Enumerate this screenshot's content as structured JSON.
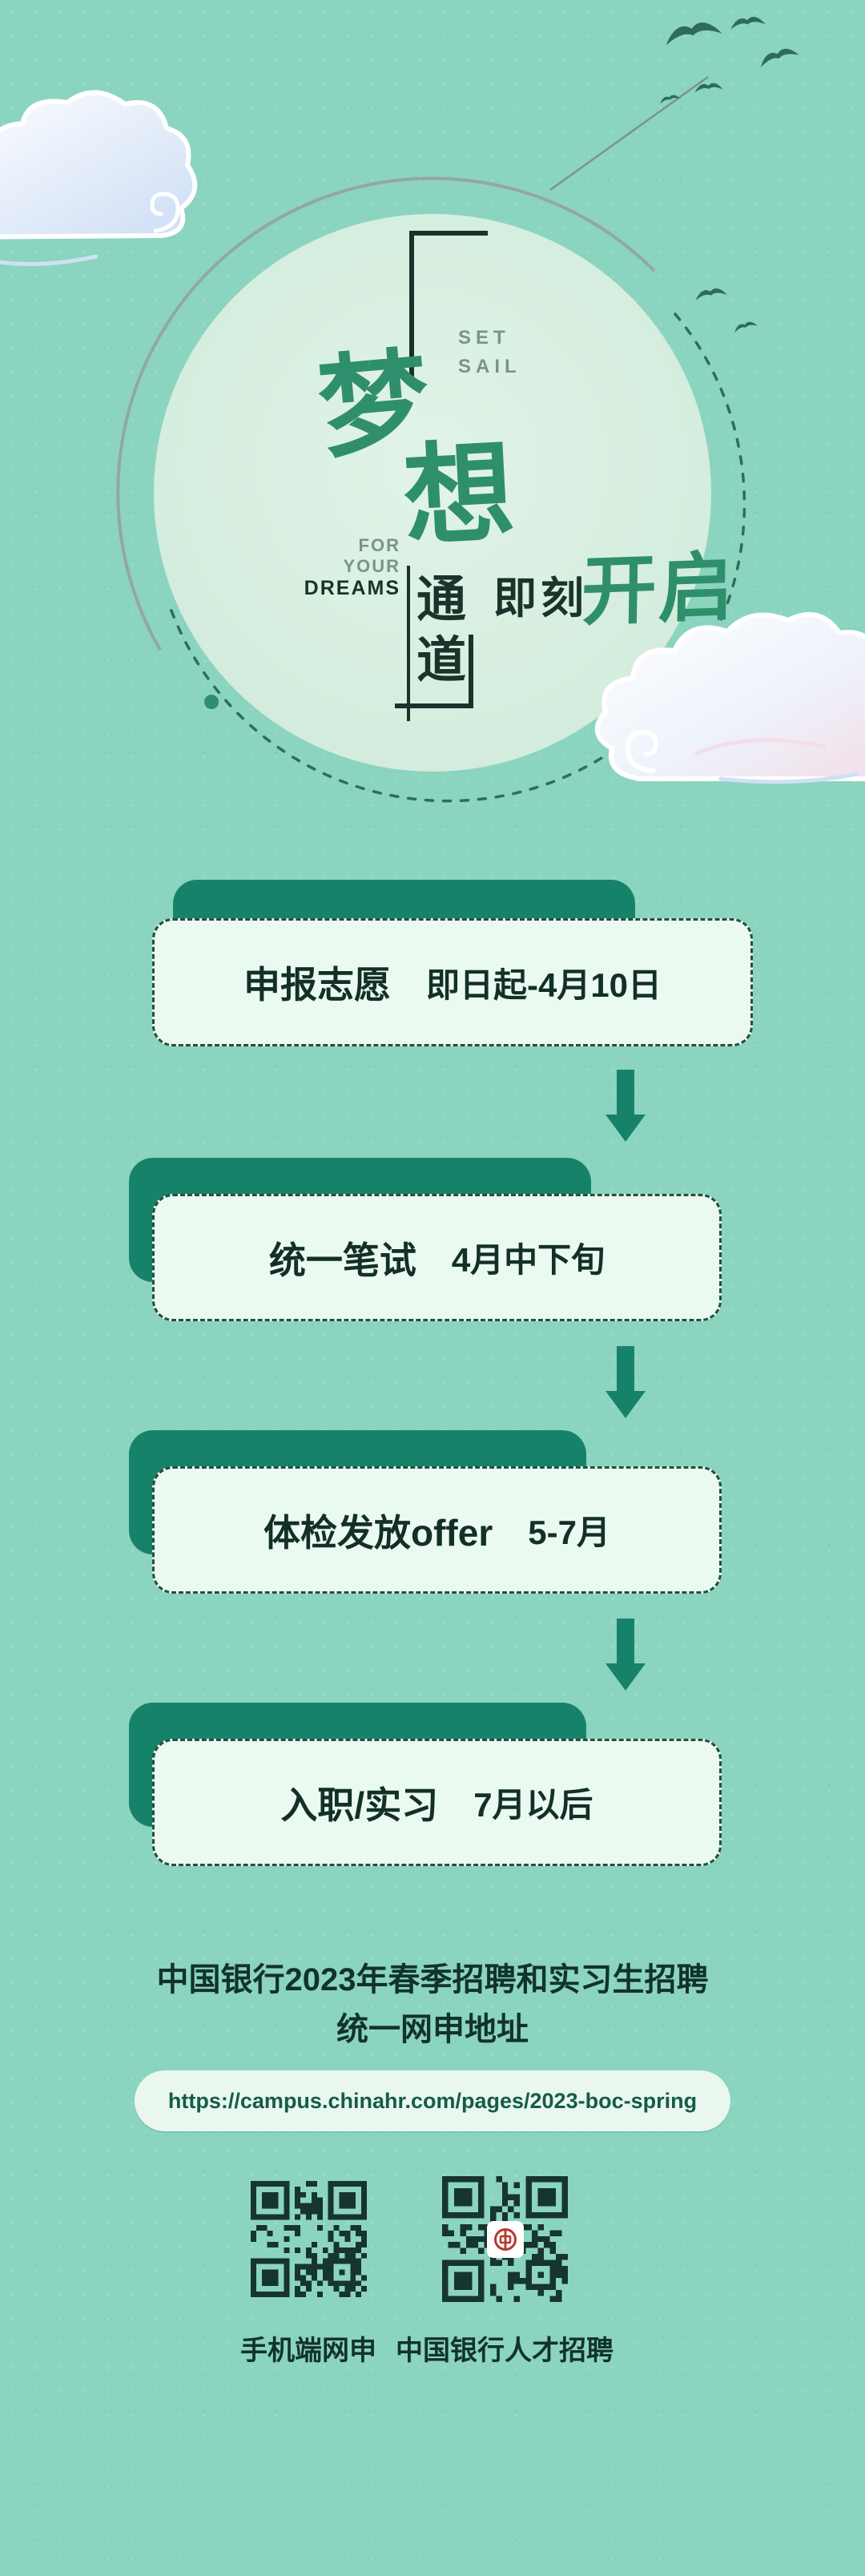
{
  "theme": {
    "background": "#8bd4c0",
    "dark_green": "#17826a",
    "accent_green": "#2f8f6c",
    "deep_text": "#133028",
    "card_bg": "#ebfaf0",
    "logo_red": "#b8372e"
  },
  "hero": {
    "set_sail_line1": "SET",
    "set_sail_line2": "SAIL",
    "dream_char_1": "梦",
    "dream_char_2": "想",
    "for_line1": "FOR",
    "for_line2": "YOUR",
    "for_line3": "DREAMS",
    "channel_char_1": "通",
    "channel_char_2": "道",
    "tagline_prefix": "即刻",
    "tagline_accent": "开启"
  },
  "steps": [
    {
      "label": "申报志愿",
      "time": "即日起-4月10日"
    },
    {
      "label": "统一笔试",
      "time": "4月中下旬"
    },
    {
      "label": "体检发放offer",
      "time": "5-7月"
    },
    {
      "label": "入职/实习",
      "time": "7月以后"
    }
  ],
  "footer": {
    "title_line1": "中国银行2023年春季招聘和实习生招聘",
    "title_line2": "统一网申地址",
    "url": "https://campus.chinahr.com/pages/2023-boc-spring",
    "qr_left_label": "手机端网申",
    "qr_right_label": "中国银行人才招聘"
  }
}
